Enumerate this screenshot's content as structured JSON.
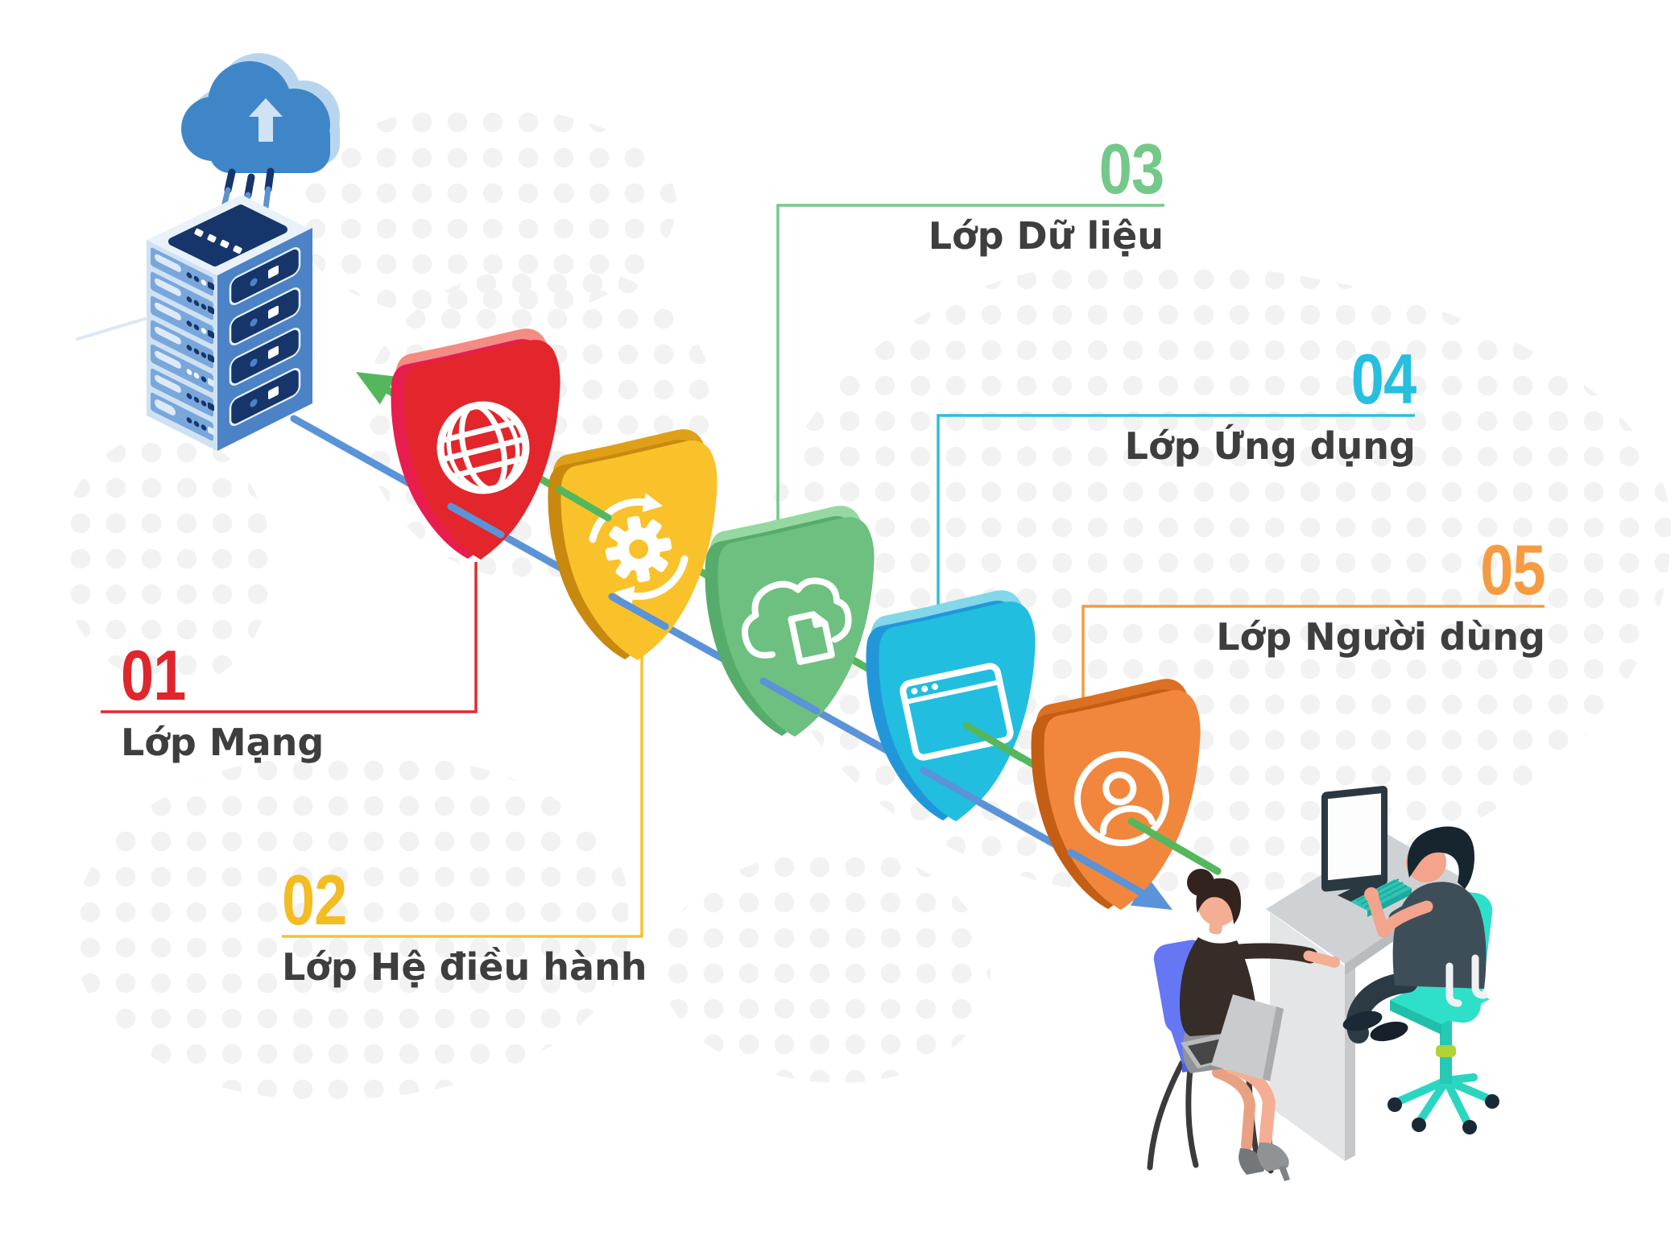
{
  "figure": {
    "type": "layered-security-infographic",
    "language": "vi"
  },
  "layers": [
    {
      "number": "01",
      "label": "Lớp Mạng",
      "color": "#df262c",
      "icon": "globe-network-icon"
    },
    {
      "number": "02",
      "label": "Lớp Hệ điều hành",
      "color": "#f8c32b",
      "icon": "gear-sync-icon"
    },
    {
      "number": "03",
      "label": "Lớp Dữ liệu",
      "color": "#74c88a",
      "icon": "cloud-document-icon"
    },
    {
      "number": "04",
      "label": "Lớp Ứng dụng",
      "color": "#27bfe0",
      "icon": "app-window-icon"
    },
    {
      "number": "05",
      "label": "Lớp Người dùng",
      "color": "#f59b42",
      "icon": "user-circle-icon"
    }
  ],
  "arrows": {
    "downstream_color": "#5b93d8",
    "upstream_color": "#54b75c"
  },
  "illustrations": {
    "top_left": "server-rack-with-cloud-upload",
    "bottom_right": "two-people-working-at-desk"
  }
}
